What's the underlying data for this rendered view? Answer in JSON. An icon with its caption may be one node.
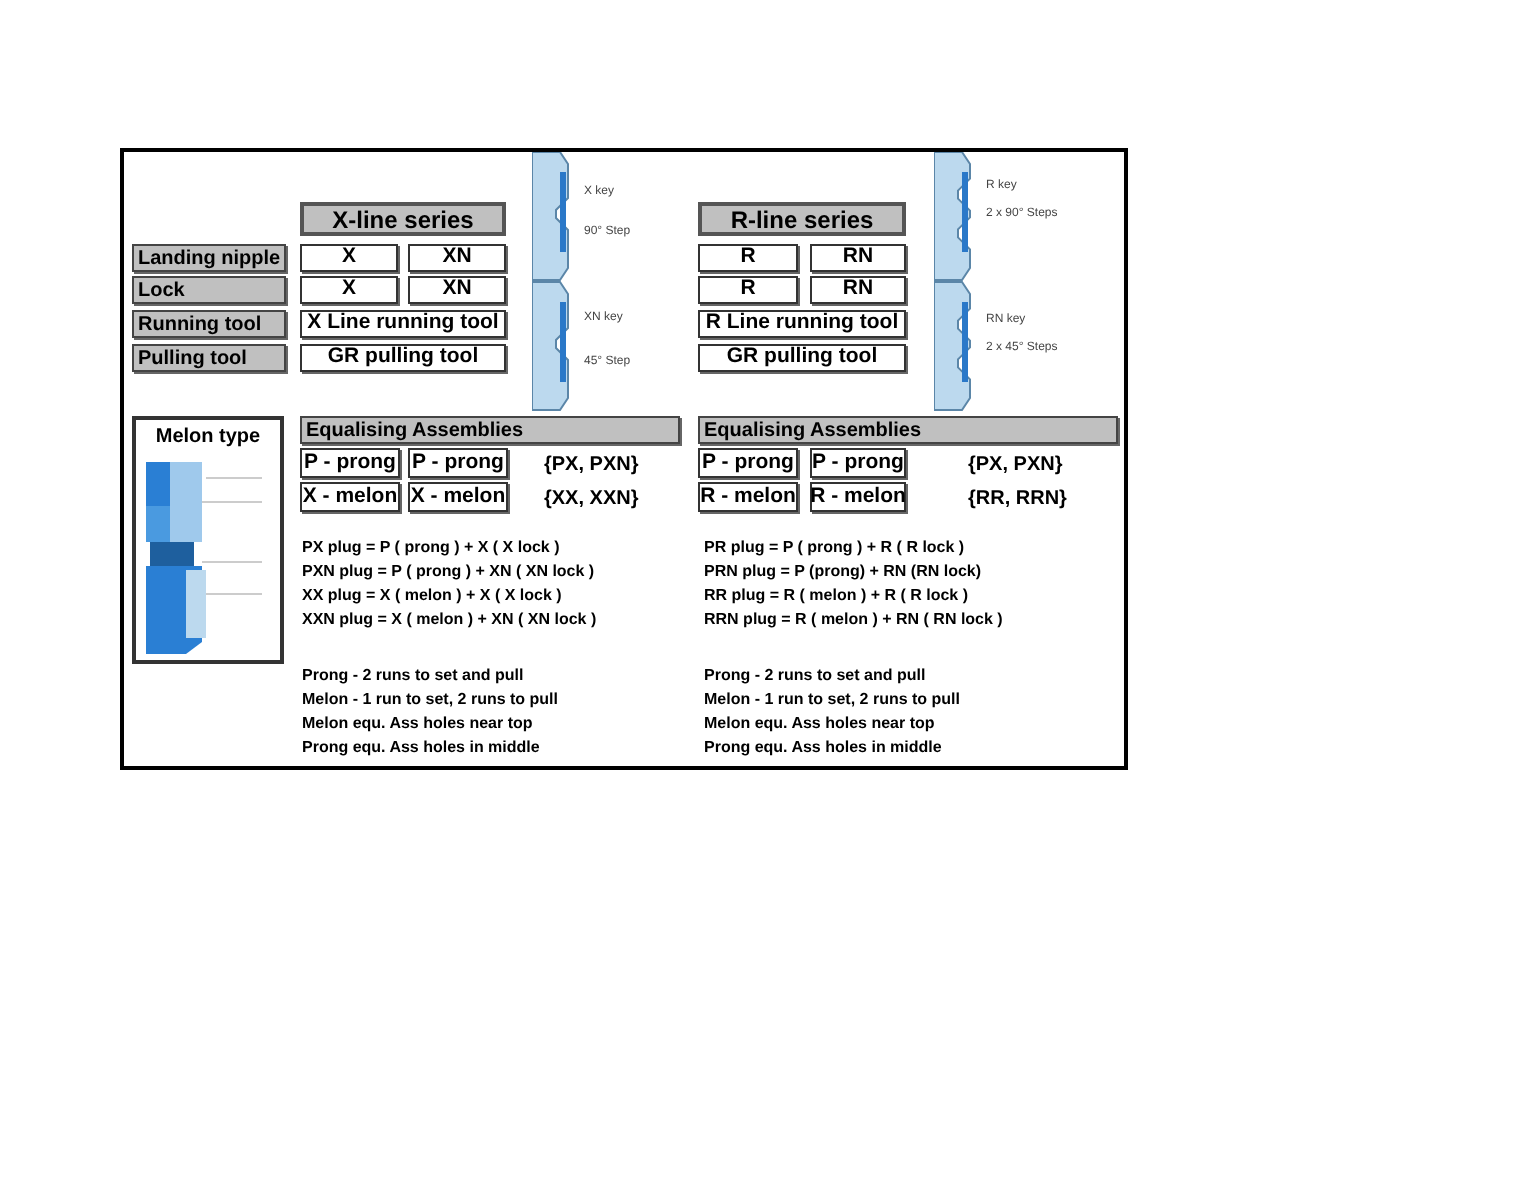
{
  "diagram": {
    "nodes": [
      {
        "text": [
          "X-line series"
        ]
      },
      {
        "text": [
          "Landing nipple"
        ]
      },
      {
        "text": [
          "X"
        ]
      },
      {
        "text": [
          "XN"
        ]
      },
      {
        "text": [
          "Lock"
        ]
      },
      {
        "text": [
          "X"
        ]
      },
      {
        "text": [
          "XN"
        ]
      },
      {
        "text": [
          "Running tool"
        ]
      },
      {
        "text": [
          "X Line running tool"
        ]
      },
      {
        "text": [
          "Pulling tool"
        ]
      },
      {
        "text": [
          "GR pulling tool"
        ]
      },
      {
        "text": [
          "R-line series"
        ]
      },
      {
        "text": [
          "R"
        ]
      },
      {
        "text": [
          "RN"
        ]
      },
      {
        "text": [
          "R"
        ]
      },
      {
        "text": [
          "RN"
        ]
      },
      {
        "text": [
          "R Line running tool"
        ]
      },
      {
        "text": [
          "GR pulling tool"
        ]
      },
      {
        "text": [
          "Melon type"
        ]
      },
      {
        "text": [
          "Equalising Assemblies"
        ]
      },
      {
        "text": [
          "P - prong"
        ]
      },
      {
        "text": [
          "P - prong"
        ]
      },
      {
        "text": [
          "X - melon"
        ]
      },
      {
        "text": [
          "X - melon"
        ]
      },
      {
        "text": [
          "Equalising Assemblies"
        ]
      },
      {
        "text": [
          "P - prong"
        ]
      },
      {
        "text": [
          "P - prong"
        ]
      },
      {
        "text": [
          "R - melon"
        ]
      },
      {
        "text": [
          "R - melon"
        ]
      }
    ],
    "labels": [
      "X key",
      "90° Step",
      "XN key",
      "45° Step",
      "R key",
      "2 x 90° Steps",
      "RN key",
      "2 x 45° Steps",
      "{PX, PXN}",
      "{XX, XXN}",
      "{PX, PXN}",
      "{RR, RRN}",
      "PX plug = P ( prong ) + X ( X lock )",
      "PXN plug = P ( prong ) + XN ( XN lock )",
      "XX plug = X ( melon ) + X ( X lock )",
      "XXN plug = X ( melon ) + XN ( XN lock )",
      "PR plug = P ( prong ) + R ( R lock )",
      "PRN plug = P (prong) + RN (RN lock)",
      "RR plug = R ( melon ) + R ( R lock )",
      "RRN plug = R ( melon ) + RN ( RN lock )",
      "Prong - 2 runs to set and pull",
      "Melon - 1 run to set, 2 runs to pull",
      "Melon equ. Ass holes near top",
      "Prong equ. Ass holes in middle",
      "Prong - 2 runs to set and pull",
      "Melon - 1 run to set, 2 runs to pull",
      "Melon equ. Ass holes near top",
      "Prong equ. Ass holes in middle"
    ]
  }
}
